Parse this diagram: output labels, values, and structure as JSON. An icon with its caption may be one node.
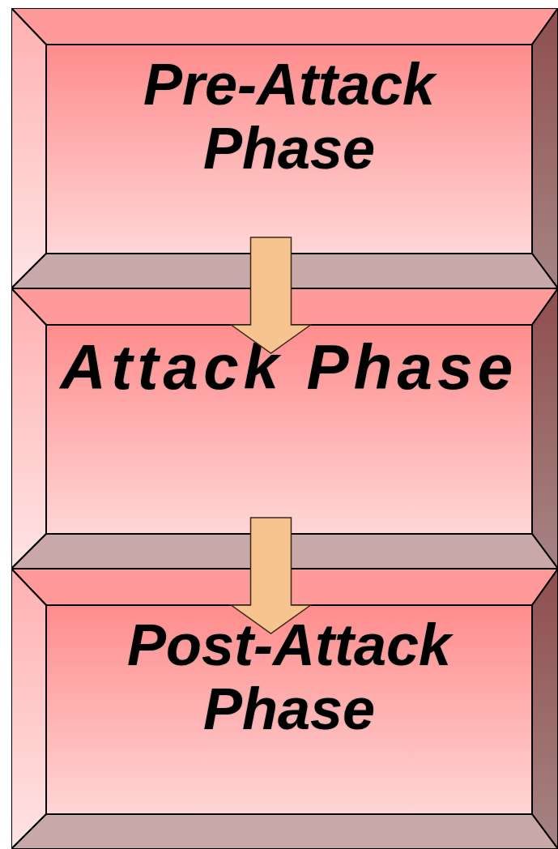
{
  "diagram": {
    "nodes": [
      {
        "text": [
          "Pre-Attack Phase"
        ]
      },
      {
        "text": [
          "Attack Phase"
        ]
      },
      {
        "text": [
          "Post-Attack Phase"
        ]
      }
    ],
    "edges": [
      {
        "from": 0,
        "to": 1,
        "arrow": "to"
      },
      {
        "from": 1,
        "to": 2,
        "arrow": "to"
      }
    ]
  }
}
